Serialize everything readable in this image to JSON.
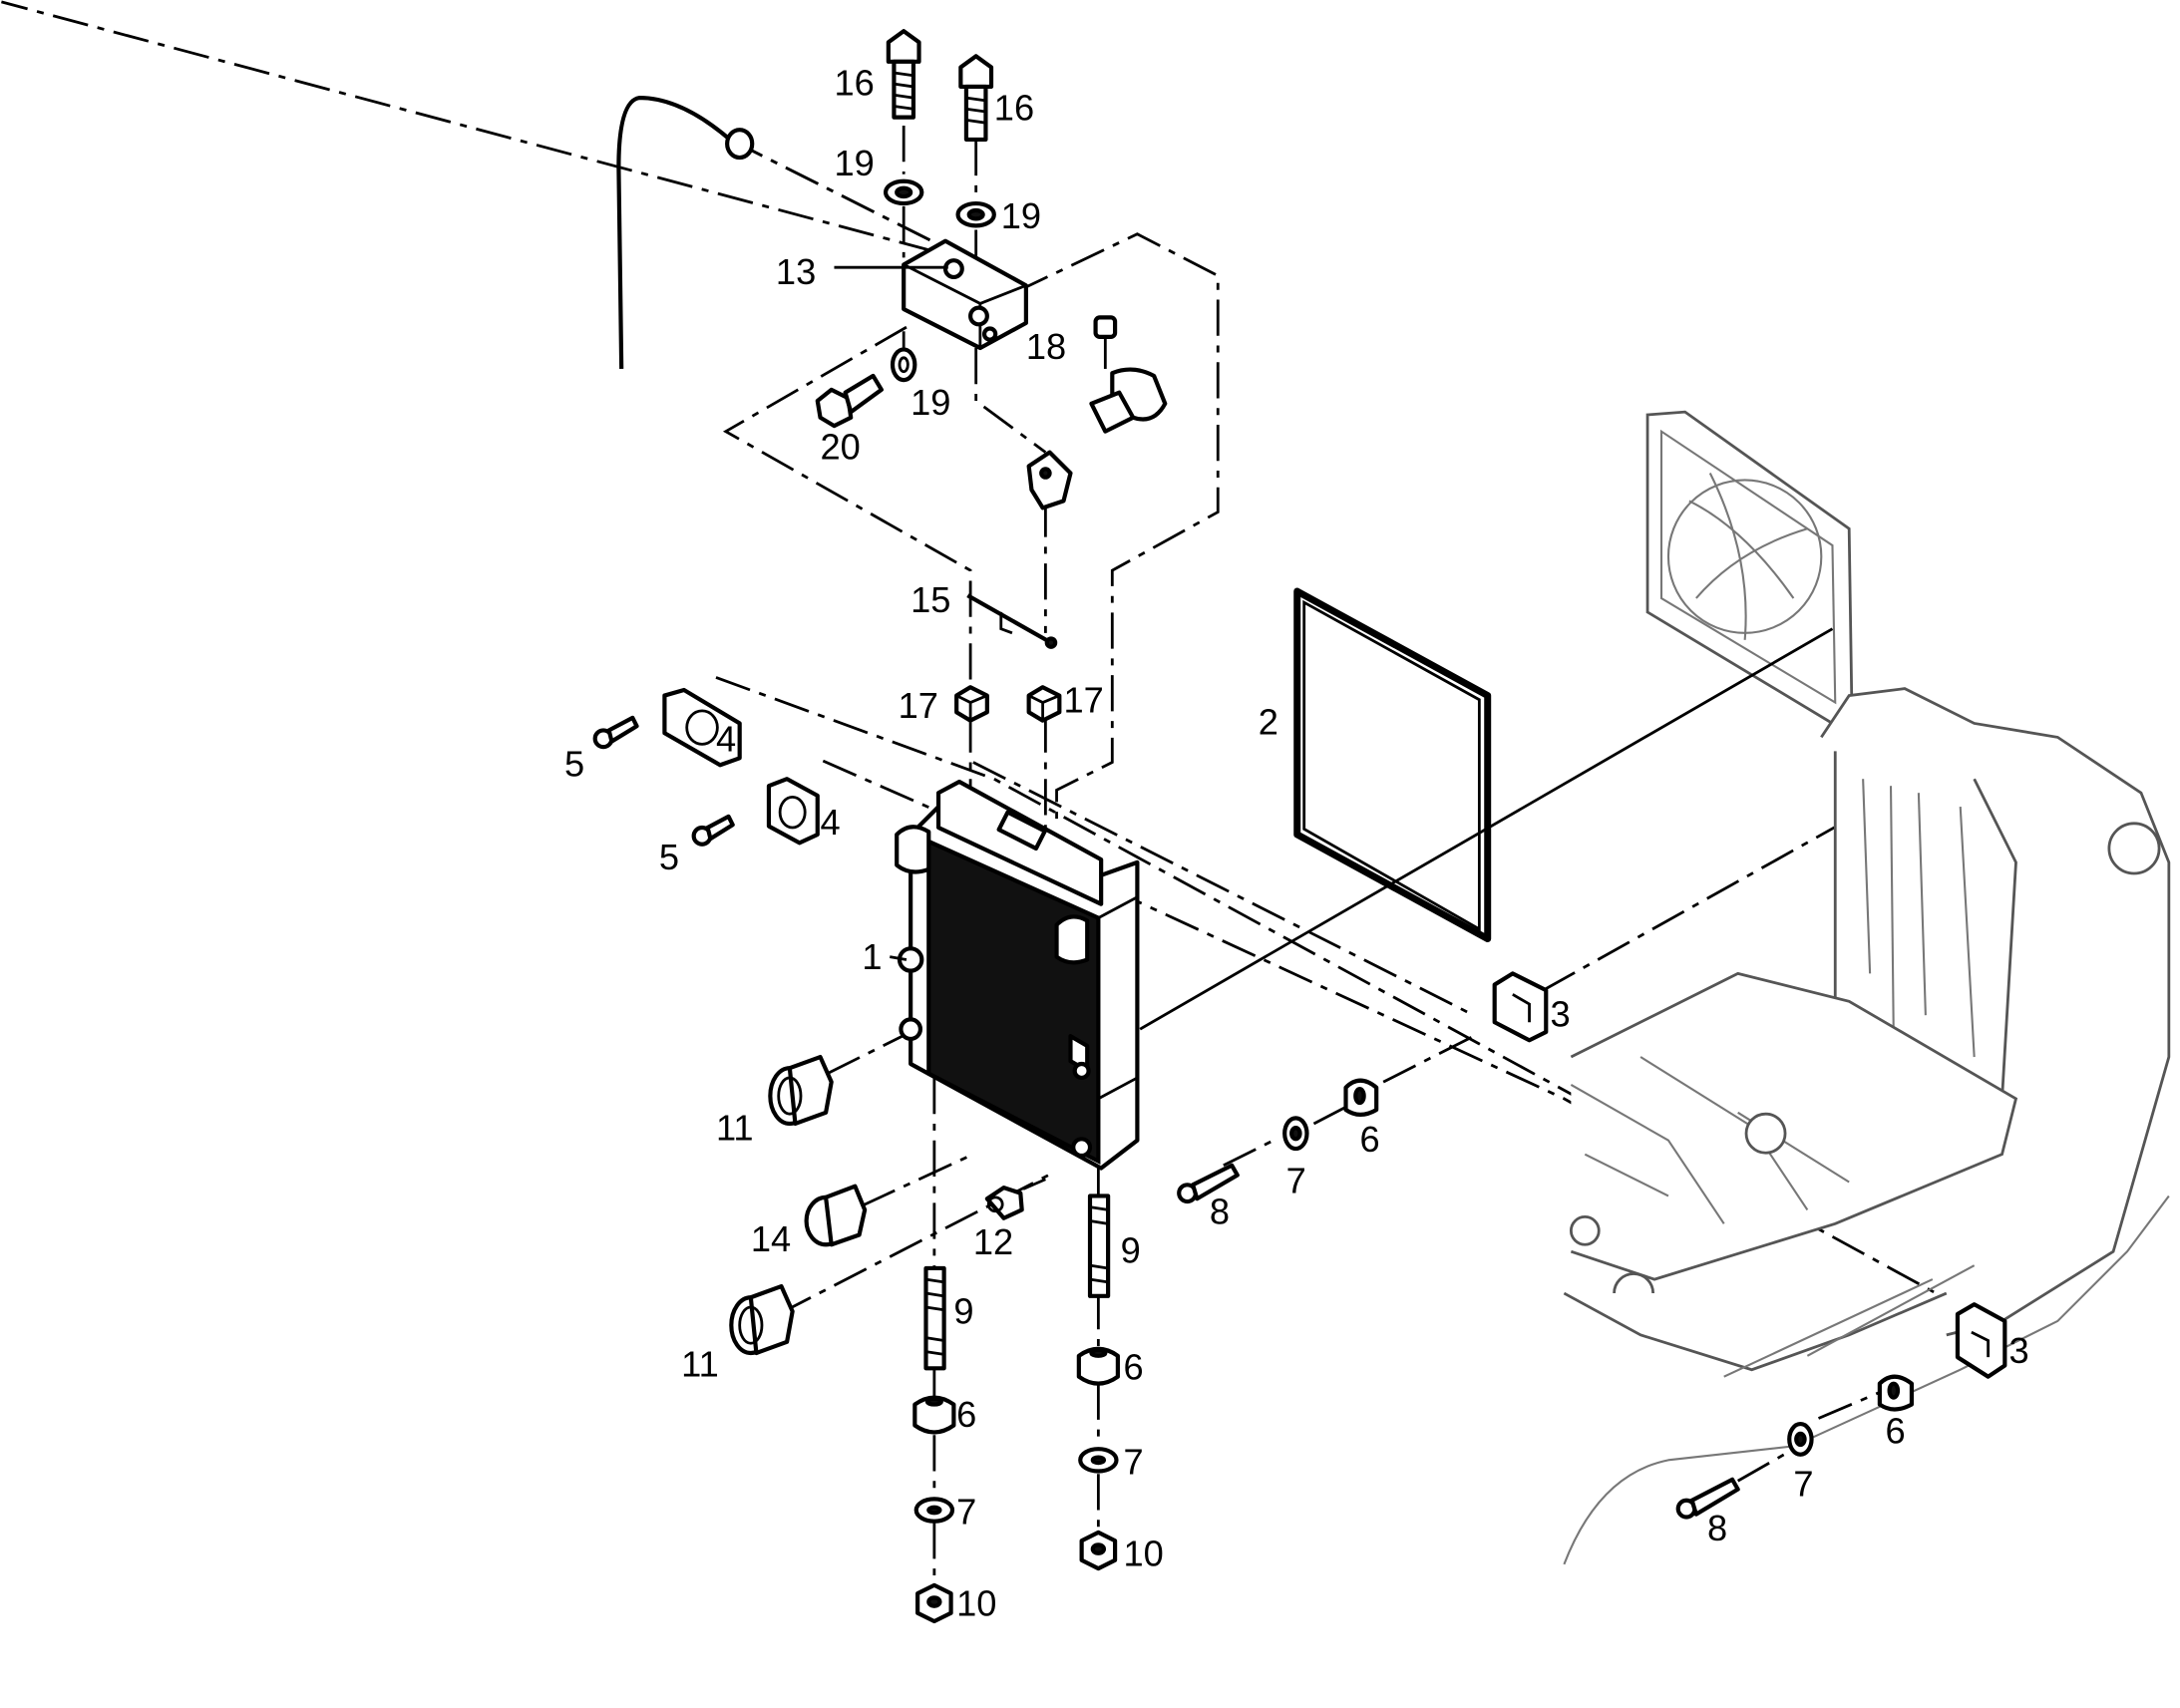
{
  "callouts": {
    "c1": "1",
    "c2": "2",
    "c3a": "3",
    "c3b": "3",
    "c4a": "4",
    "c4b": "4",
    "c5a": "5",
    "c5b": "5",
    "c6a": "6",
    "c6b": "6",
    "c6c": "6",
    "c6d": "6",
    "c7a": "7",
    "c7b": "7",
    "c7c": "7",
    "c7d": "7",
    "c8a": "8",
    "c8b": "8",
    "c9a": "9",
    "c9b": "9",
    "c10a": "10",
    "c10b": "10",
    "c11a": "11",
    "c11b": "11",
    "c12": "12",
    "c13": "13",
    "c14": "14",
    "c15": "15",
    "c16a": "16",
    "c16b": "16",
    "c17a": "17",
    "c17b": "17",
    "c18": "18",
    "c19a": "19",
    "c19b": "19",
    "c19c": "19",
    "c20": "20"
  },
  "colors": {
    "ink": "#000000",
    "frame_grey": "#555555",
    "background": "#ffffff"
  }
}
